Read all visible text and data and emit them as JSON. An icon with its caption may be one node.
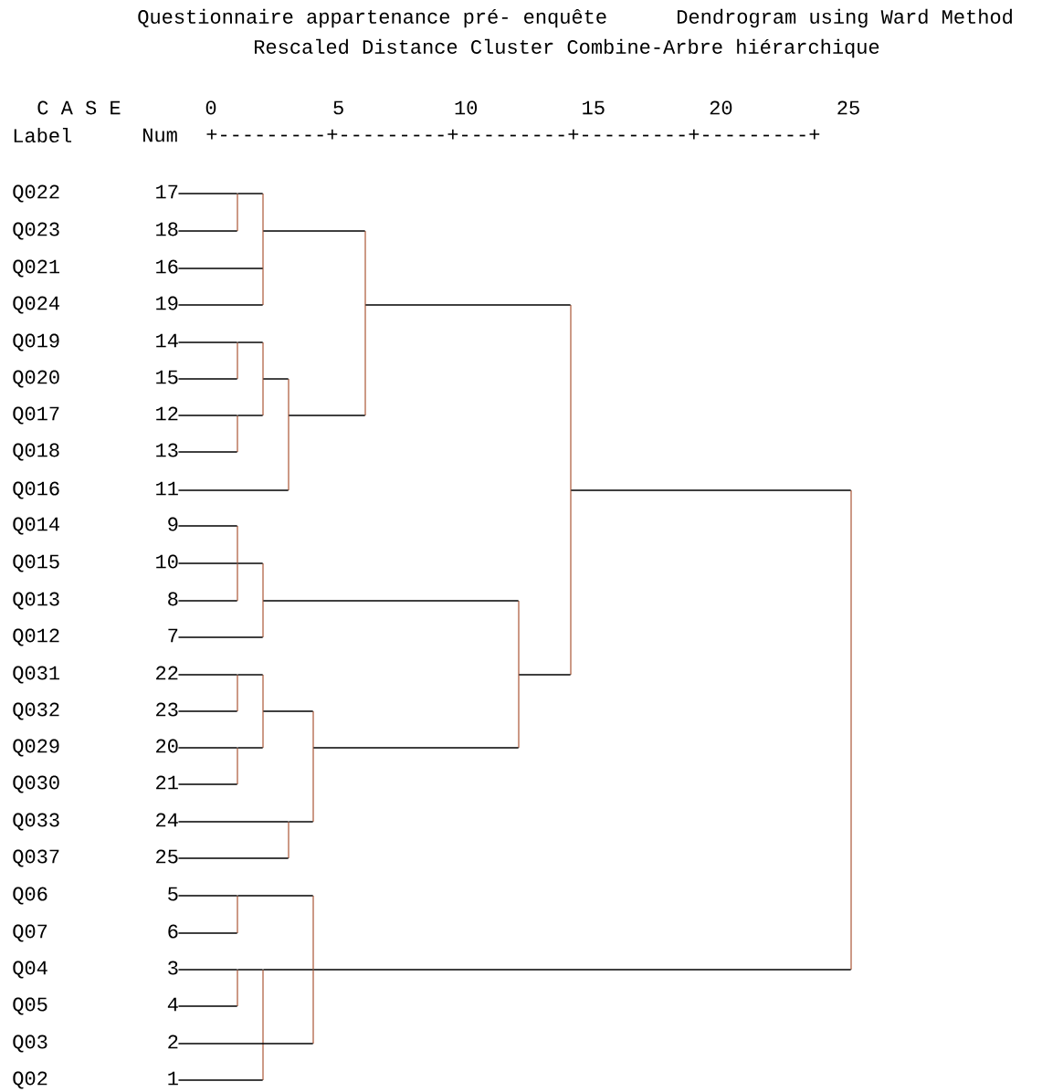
{
  "diagram": {
    "nodes": [
      {
        "text": [
          "Q022",
          "17"
        ]
      },
      {
        "text": [
          "Q023",
          "18"
        ]
      },
      {
        "text": [
          "Q021",
          "16"
        ]
      },
      {
        "text": [
          "Q024",
          "19"
        ]
      },
      {
        "text": [
          "Q019",
          "14"
        ]
      },
      {
        "text": [
          "Q020",
          "15"
        ]
      },
      {
        "text": [
          "Q017",
          "12"
        ]
      },
      {
        "text": [
          "Q018",
          "13"
        ]
      },
      {
        "text": [
          "Q016",
          "11"
        ]
      },
      {
        "text": [
          "Q014",
          "9"
        ]
      },
      {
        "text": [
          "Q015",
          "10"
        ]
      },
      {
        "text": [
          "Q013",
          "8"
        ]
      },
      {
        "text": [
          "Q012",
          "7"
        ]
      },
      {
        "text": [
          "Q031",
          "22"
        ]
      },
      {
        "text": [
          "Q032",
          "23"
        ]
      },
      {
        "text": [
          "Q029",
          "20"
        ]
      },
      {
        "text": [
          "Q030",
          "21"
        ]
      },
      {
        "text": [
          "Q033",
          "24"
        ]
      },
      {
        "text": [
          "Q037",
          "25"
        ]
      },
      {
        "text": [
          "Q06",
          "5"
        ]
      },
      {
        "text": [
          "Q07",
          "6"
        ]
      },
      {
        "text": [
          "Q04",
          "3"
        ]
      },
      {
        "text": [
          "Q05",
          "4"
        ]
      },
      {
        "text": [
          "Q03",
          "2"
        ]
      },
      {
        "text": [
          "Q02",
          "1"
        ]
      },
      {
        "text": [],
        "shape": "bar"
      },
      {
        "text": [],
        "shape": "bar"
      },
      {
        "text": [],
        "shape": "bar"
      },
      {
        "text": [],
        "shape": "bar"
      },
      {
        "text": [],
        "shape": "bar"
      },
      {
        "text": [],
        "shape": "bar"
      },
      {
        "text": [],
        "shape": "bar"
      },
      {
        "text": [],
        "shape": "bar"
      },
      {
        "text": [],
        "shape": "bar"
      },
      {
        "text": [],
        "shape": "bar"
      },
      {
        "text": [],
        "shape": "bar"
      },
      {
        "text": [],
        "shape": "bar"
      },
      {
        "text": [],
        "shape": "bar"
      },
      {
        "text": [],
        "shape": "bar"
      },
      {
        "text": [],
        "shape": "bar"
      },
      {
        "text": [],
        "shape": "bar"
      },
      {
        "text": [],
        "shape": "bar"
      },
      {
        "text": [],
        "shape": "bar"
      },
      {
        "text": [],
        "shape": "bar"
      },
      {
        "text": [],
        "shape": "bar"
      },
      {
        "text": [],
        "shape": "bar"
      }
    ],
    "edges": [
      {
        "from": 0,
        "to": 25,
        "arrow": "none"
      },
      {
        "from": 1,
        "to": 25,
        "arrow": "none"
      },
      {
        "from": 25,
        "to": 26,
        "arrow": "none"
      },
      {
        "from": 2,
        "to": 26,
        "arrow": "none"
      },
      {
        "from": 3,
        "to": 26,
        "arrow": "none"
      },
      {
        "from": 4,
        "to": 27,
        "arrow": "none"
      },
      {
        "from": 5,
        "to": 27,
        "arrow": "none"
      },
      {
        "from": 6,
        "to": 28,
        "arrow": "none"
      },
      {
        "from": 7,
        "to": 28,
        "arrow": "none"
      },
      {
        "from": 27,
        "to": 29,
        "arrow": "none"
      },
      {
        "from": 28,
        "to": 29,
        "arrow": "none"
      },
      {
        "from": 29,
        "to": 30,
        "arrow": "none"
      },
      {
        "from": 8,
        "to": 30,
        "arrow": "none"
      },
      {
        "from": 26,
        "to": 31,
        "arrow": "none"
      },
      {
        "from": 30,
        "to": 31,
        "arrow": "none"
      },
      {
        "from": 9,
        "to": 32,
        "arrow": "none"
      },
      {
        "from": 10,
        "to": 32,
        "arrow": "none"
      },
      {
        "from": 11,
        "to": 32,
        "arrow": "none"
      },
      {
        "from": 32,
        "to": 33,
        "arrow": "none"
      },
      {
        "from": 12,
        "to": 33,
        "arrow": "none"
      },
      {
        "from": 13,
        "to": 34,
        "arrow": "none"
      },
      {
        "from": 14,
        "to": 34,
        "arrow": "none"
      },
      {
        "from": 15,
        "to": 35,
        "arrow": "none"
      },
      {
        "from": 16,
        "to": 35,
        "arrow": "none"
      },
      {
        "from": 34,
        "to": 36,
        "arrow": "none"
      },
      {
        "from": 35,
        "to": 36,
        "arrow": "none"
      },
      {
        "from": 17,
        "to": 37,
        "arrow": "none"
      },
      {
        "from": 18,
        "to": 37,
        "arrow": "none"
      },
      {
        "from": 36,
        "to": 38,
        "arrow": "none"
      },
      {
        "from": 37,
        "to": 38,
        "arrow": "none"
      },
      {
        "from": 33,
        "to": 39,
        "arrow": "none"
      },
      {
        "from": 38,
        "to": 39,
        "arrow": "none"
      },
      {
        "from": 31,
        "to": 40,
        "arrow": "none"
      },
      {
        "from": 39,
        "to": 40,
        "arrow": "none"
      },
      {
        "from": 19,
        "to": 41,
        "arrow": "none"
      },
      {
        "from": 20,
        "to": 41,
        "arrow": "none"
      },
      {
        "from": 21,
        "to": 42,
        "arrow": "none"
      },
      {
        "from": 22,
        "to": 42,
        "arrow": "none"
      },
      {
        "from": 42,
        "to": 43,
        "arrow": "none"
      },
      {
        "from": 24,
        "to": 43,
        "arrow": "none"
      },
      {
        "from": 41,
        "to": 44,
        "arrow": "none"
      },
      {
        "from": 43,
        "to": 44,
        "arrow": "none"
      },
      {
        "from": 23,
        "to": 44,
        "arrow": "none"
      },
      {
        "from": 40,
        "to": 45,
        "arrow": "none"
      },
      {
        "from": 44,
        "to": 45,
        "arrow": "none"
      }
    ],
    "labels": [
      "Questionnaire appartenance pré- enquête",
      "Dendrogram using Ward Method",
      "Rescaled Distance Cluster Combine-Arbre hiérarchique",
      "C A S E",
      "0",
      "5",
      "10",
      "15",
      "20",
      "25",
      "Label",
      "Num",
      "+---------+---------+---------+---------+---------+"
    ]
  }
}
